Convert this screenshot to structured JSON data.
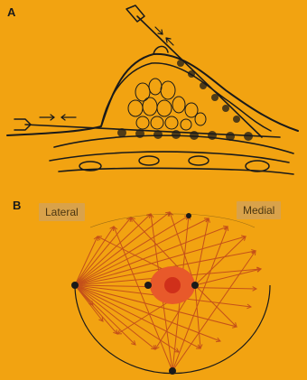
{
  "panels": [
    {
      "id": "A",
      "letter": "A"
    },
    {
      "id": "B",
      "letter": "B"
    }
  ],
  "labels": {
    "lateral": "Lateral",
    "medial": "Medial"
  },
  "colors": {
    "background": "#F2A311",
    "ink": "#1a1a1a",
    "tag_fill": "#D9A24A",
    "fan_line": "#C4501A",
    "lesion_outer": "#E8592A",
    "lesion_inner": "#D0301A"
  }
}
